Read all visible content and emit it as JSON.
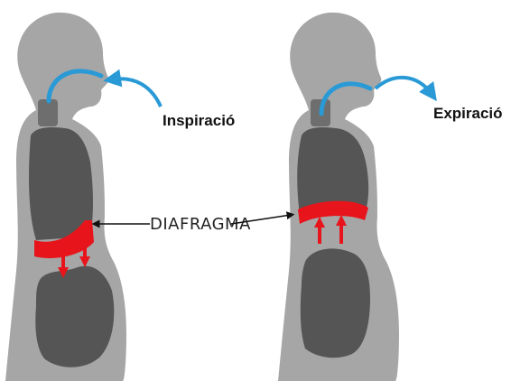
{
  "labels": {
    "inspiration": "Inspiració",
    "expiration": "Expiració",
    "diaphragm": "DIAFRAGMA"
  },
  "colors": {
    "body": "#a6a6a6",
    "organ": "#555555",
    "diaphragm": "#e8141b",
    "airflow": "#2a9ad6",
    "pointer": "#111111"
  },
  "figures": [
    {
      "name": "inhaling-figure",
      "breath": "inspiration",
      "diaphragm_motion": "down"
    },
    {
      "name": "exhaling-figure",
      "breath": "expiration",
      "diaphragm_motion": "up"
    }
  ]
}
